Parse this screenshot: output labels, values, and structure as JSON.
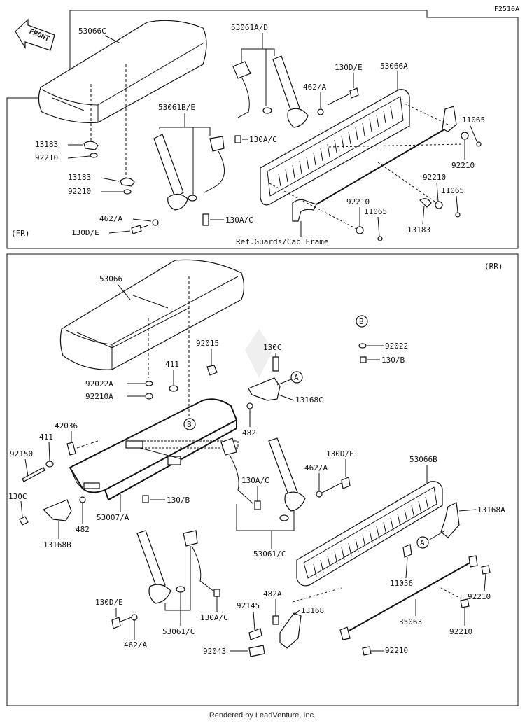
{
  "diagram_code": "F2510A",
  "front_arrow": "FRONT",
  "panels": {
    "front": {
      "tag": "(FR)",
      "ref_note": "Ref.Guards/Cab Frame"
    },
    "rear": {
      "tag": "(RR)"
    }
  },
  "front_labels": {
    "seat_cushion": "53066C",
    "belt_a_d": "53061A/D",
    "belt_b_e": "53061B/E",
    "backrest": "53066A",
    "bolt_130d_e_top": "130D/E",
    "washer_462a_top": "462/A",
    "bolt_130a_c_top": "130A/C",
    "n11065_a": "11065",
    "n92210_a": "92210",
    "n92210_b": "92210",
    "n11065_b": "11065",
    "n92210_c": "92210",
    "n11065_c": "11065",
    "n13183_c": "13183",
    "n13183_a": "13183",
    "n92210_d": "92210",
    "n13183_b": "13183",
    "n92210_e": "92210",
    "washer_462a_bottom": "462/A",
    "bolt_130d_e_bottom": "130D/E",
    "bolt_130a_c_bottom": "130A/C"
  },
  "rear_labels": {
    "seat": "53066",
    "n92015": "92015",
    "n130c_top": "130C",
    "callout_b_label": "B",
    "n92022": "92022",
    "n130b_right": "130/B",
    "n411_top": "411",
    "n92022a": "92022A",
    "n92210a": "92210A",
    "callout_a_top": "A",
    "n13168c": "13168C",
    "n482_right": "482",
    "callout_b_frame": "B",
    "n42036": "42036",
    "n411_left": "411",
    "n92150": "92150",
    "n130c_left": "130C",
    "n482_left": "482",
    "n13168b": "13168B",
    "frame": "53007/A",
    "n130b_mid": "130/B",
    "n130a_c_mid": "130A/C",
    "n130d_e_mid": "130D/E",
    "n462a_mid": "462/A",
    "belt_c_top": "53061/C",
    "backrest_b": "53066B",
    "n13168a": "13168A",
    "callout_a_right": "A",
    "n11056": "11056",
    "n92210_r1": "92210",
    "n130d_e_low": "130D/E",
    "n462a_low": "462/A",
    "belt_c_bottom": "53061/C",
    "n130a_c_low": "130A/C",
    "n482a": "482A",
    "n92145": "92145",
    "n13168": "13168",
    "rod": "35063",
    "n92210_r2": "92210",
    "n92043": "92043",
    "n92210_r3": "92210"
  },
  "footer": "Rendered by LeadVenture, Inc."
}
